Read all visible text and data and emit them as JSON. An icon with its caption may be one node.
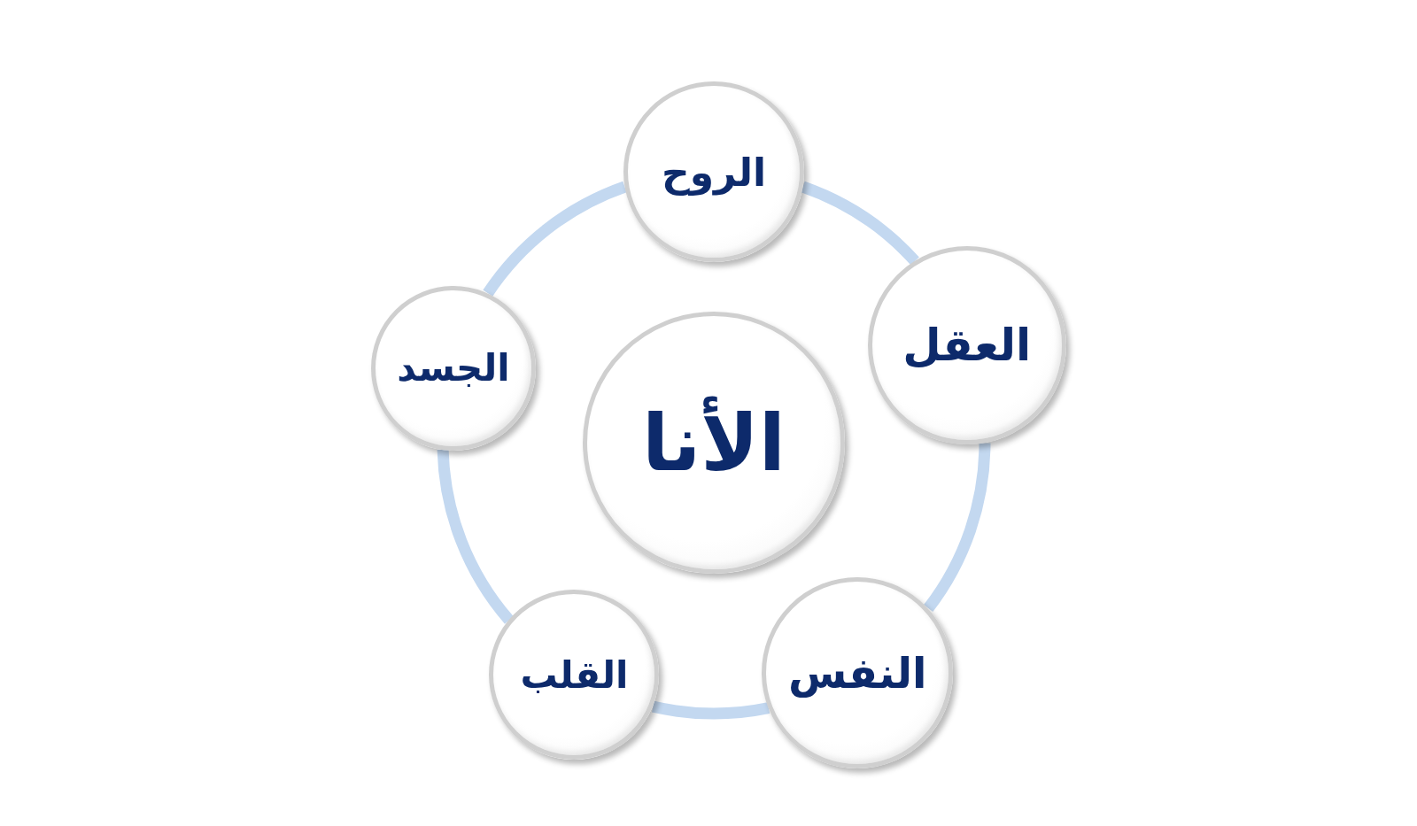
{
  "diagram": {
    "nodes": [
      {
        "text": [
          "الروح"
        ]
      },
      {
        "text": [
          "العقل"
        ]
      },
      {
        "text": [
          "النفس"
        ]
      },
      {
        "text": [
          "القلب"
        ]
      },
      {
        "text": [
          "الجسد"
        ]
      },
      {
        "text": [
          "الأنا"
        ]
      }
    ],
    "edges": [
      {
        "from": 0,
        "to": 1,
        "arrow": "none"
      },
      {
        "from": 1,
        "to": 2,
        "arrow": "none"
      },
      {
        "from": 2,
        "to": 3,
        "arrow": "none"
      },
      {
        "from": 3,
        "to": 4,
        "arrow": "none"
      },
      {
        "from": 4,
        "to": 0,
        "arrow": "none"
      }
    ]
  }
}
